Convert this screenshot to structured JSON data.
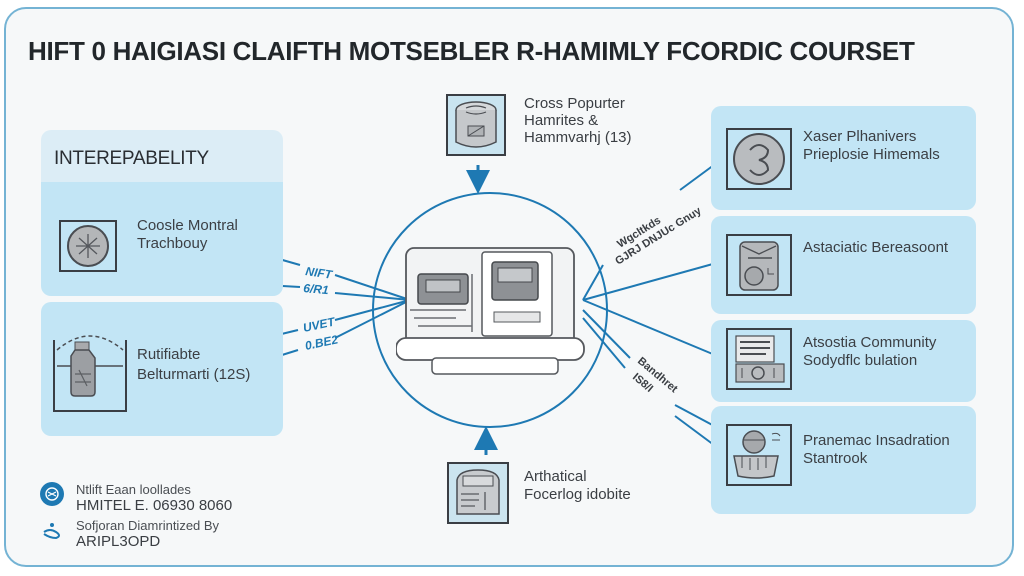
{
  "title": "HIFT 0 HAIGIASI CLAIFTH MOTSEBLER R-HAMIMLY FCORDIC COURSET",
  "colors": {
    "frame_border": "#74b3d4",
    "card_fill": "#c2e5f5",
    "header_fill": "#dcedf6",
    "connector": "#1e79b3",
    "background": "#f6f8f9"
  },
  "left_panel": {
    "header": "INTEREPABELITY",
    "cards": [
      {
        "icon": "gear-coin-icon",
        "line1": "Coosle Montral",
        "line2": "Trachbouy"
      },
      {
        "icon": "bottle-icon",
        "line1": "Rutifiabte",
        "line2": "Belturmarti (12S)"
      }
    ]
  },
  "connector_labels": {
    "left_top": [
      "NIFT",
      "6/R1"
    ],
    "left_bottom": [
      "UVET",
      "0.BE2"
    ],
    "right_top": [
      "Wgcltkds",
      "GJRJ DNJUc Gnuy"
    ],
    "right_bottom": [
      "Bandhret",
      "IS8/I"
    ]
  },
  "top_node": {
    "icon": "storage-cylinder-icon",
    "line1": "Cross Popurter",
    "line2": "Hamrites &",
    "line3": "Hammvarhj (13)"
  },
  "bottom_node": {
    "icon": "machine-icon",
    "line1": "Arthatical",
    "line2": "Focerlog idobite"
  },
  "center": {
    "icon": "computer-workstation-icon"
  },
  "right_cards": [
    {
      "icon": "coin-symbol-icon",
      "line1": "Xaser Plhanivers",
      "line2": "Prieplosie Himemals"
    },
    {
      "icon": "washing-machine-icon",
      "line1": "Astaciatic Bereasoont",
      "line2": ""
    },
    {
      "icon": "document-device-icon",
      "line1": "Atsostia Community",
      "line2": "Sodydflc bulation"
    },
    {
      "icon": "globe-ship-icon",
      "line1": "Pranemac Insadration",
      "line2": "Stantrook"
    }
  ],
  "footer": {
    "item1": {
      "icon": "network-badge-icon",
      "line1": "Ntlift Eaan loollades",
      "line2": "HMITEL E. 06930 8060"
    },
    "item2": {
      "icon": "link-icon",
      "line1": "Sofjoran Diamrintized By",
      "line2": "ARIPL3OPD"
    }
  }
}
